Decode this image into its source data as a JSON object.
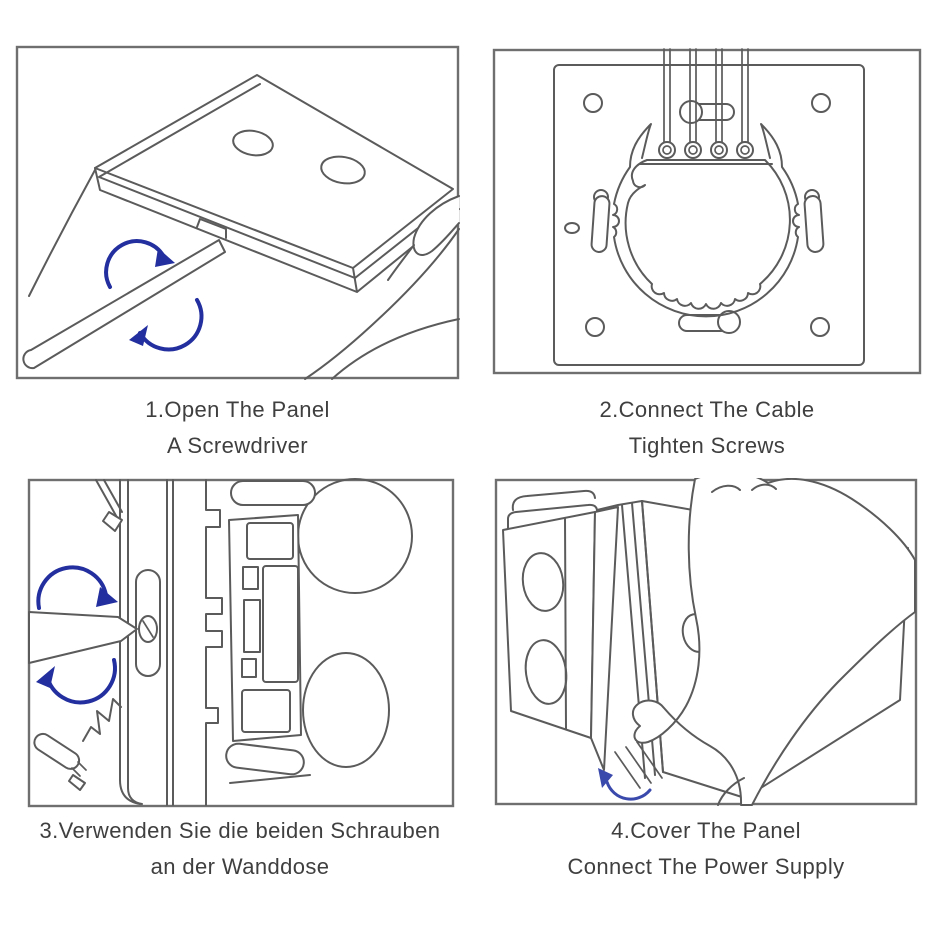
{
  "colors": {
    "background": "#ffffff",
    "line": "#5b5b5b",
    "frame": "#6f6f6f",
    "arrow_blue": "#232f9e",
    "arrow_blue_light": "#3a49ac",
    "caption": "#3f3f3f"
  },
  "steps": [
    {
      "number": "1",
      "caption_line1": "1.Open The Panel",
      "caption_line2": "A Screwdriver",
      "illustration": "prying-glass-panel-open-with-screwdriver"
    },
    {
      "number": "2",
      "caption_line1": "2.Connect The Cable",
      "caption_line2": "Tighten Screws",
      "illustration": "rear-mounting-plate-with-four-wires-and-terminals"
    },
    {
      "number": "3",
      "caption_line1": "3.Verwenden Sie die beiden Schrauben",
      "caption_line2": "an der Wanddose",
      "illustration": "fastening-screws-into-wall-box-side-view"
    },
    {
      "number": "4",
      "caption_line1": "4.Cover The Panel",
      "caption_line2": "Connect The Power Supply",
      "illustration": "hand-placing-glass-cover-onto-switch"
    }
  ]
}
